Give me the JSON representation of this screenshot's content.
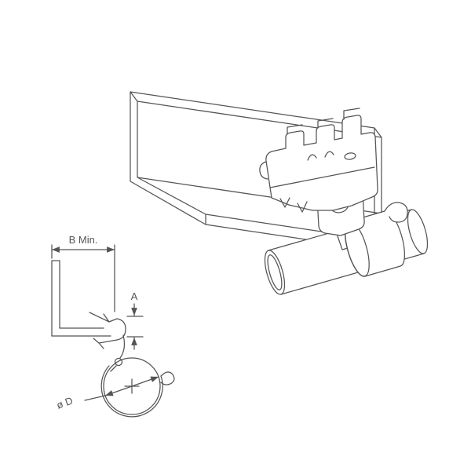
{
  "figure": {
    "labels": {
      "dim_b": "B Min.",
      "dim_a": "A",
      "dim_d": "ø D"
    },
    "colors": {
      "line": "#545454",
      "background": "#ffffff"
    }
  }
}
